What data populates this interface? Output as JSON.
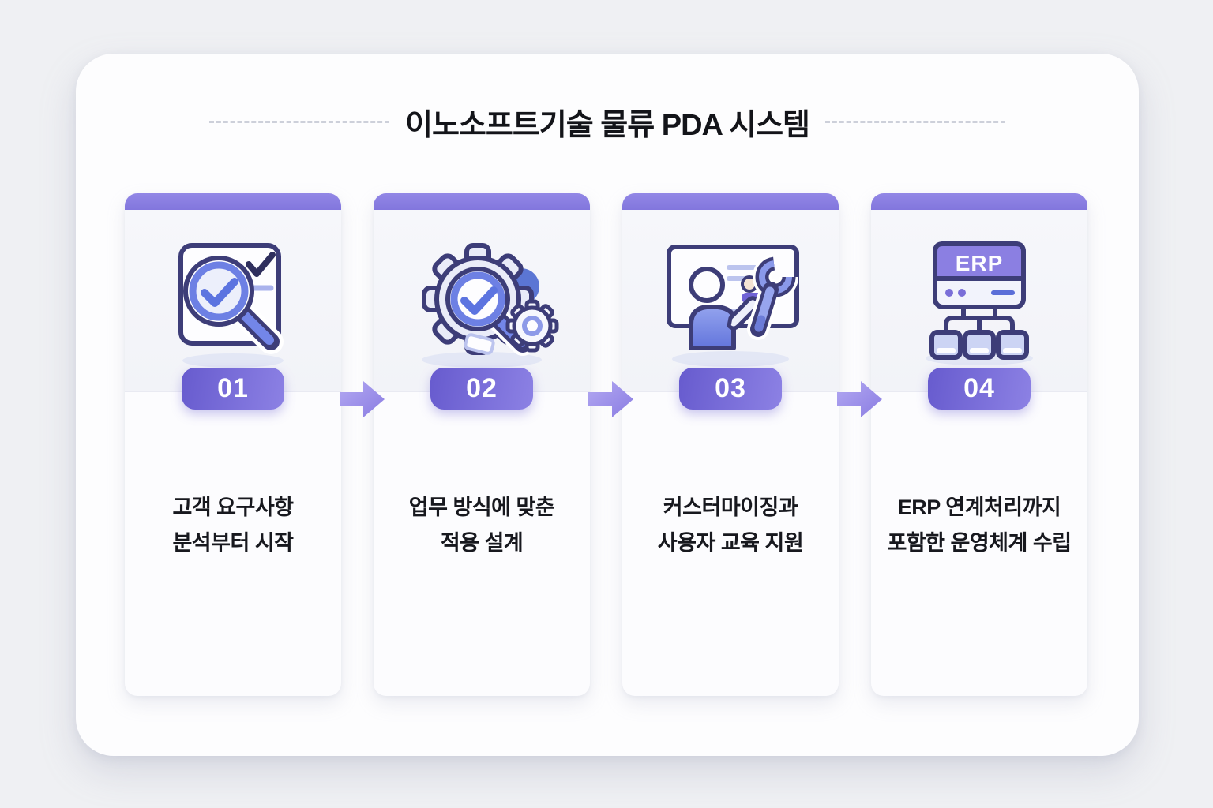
{
  "title": "이노소프트기술 물류 PDA 시스템",
  "steps": [
    {
      "number": "01",
      "icon": "search-checklist-icon",
      "line1": "고객 요구사항",
      "line2": "분석부터 시작"
    },
    {
      "number": "02",
      "icon": "gear-search-icon",
      "line1": "업무 방식에 맞춘",
      "line2": "적용 설계"
    },
    {
      "number": "03",
      "icon": "training-presentation-icon",
      "line1": "커스터마이징과",
      "line2": "사용자 교육 지원"
    },
    {
      "number": "04",
      "icon": "erp-network-icon",
      "line1": "ERP 연계처리까지",
      "line2": "포함한 운영체계 수립"
    }
  ],
  "icons": {
    "step4_server_label": "ERP"
  },
  "colors": {
    "page_background": "#eff0f3",
    "panel_background": "#fdfdfe",
    "card_accent_bar": "#887ce2",
    "badge_purple": "#6f63d4",
    "arrow_purple": "#9d92ec",
    "icon_outline": "#3d3d78",
    "icon_blue": "#5c74e0",
    "text_dark": "#17181e",
    "dash_gray": "#cdd0da"
  }
}
